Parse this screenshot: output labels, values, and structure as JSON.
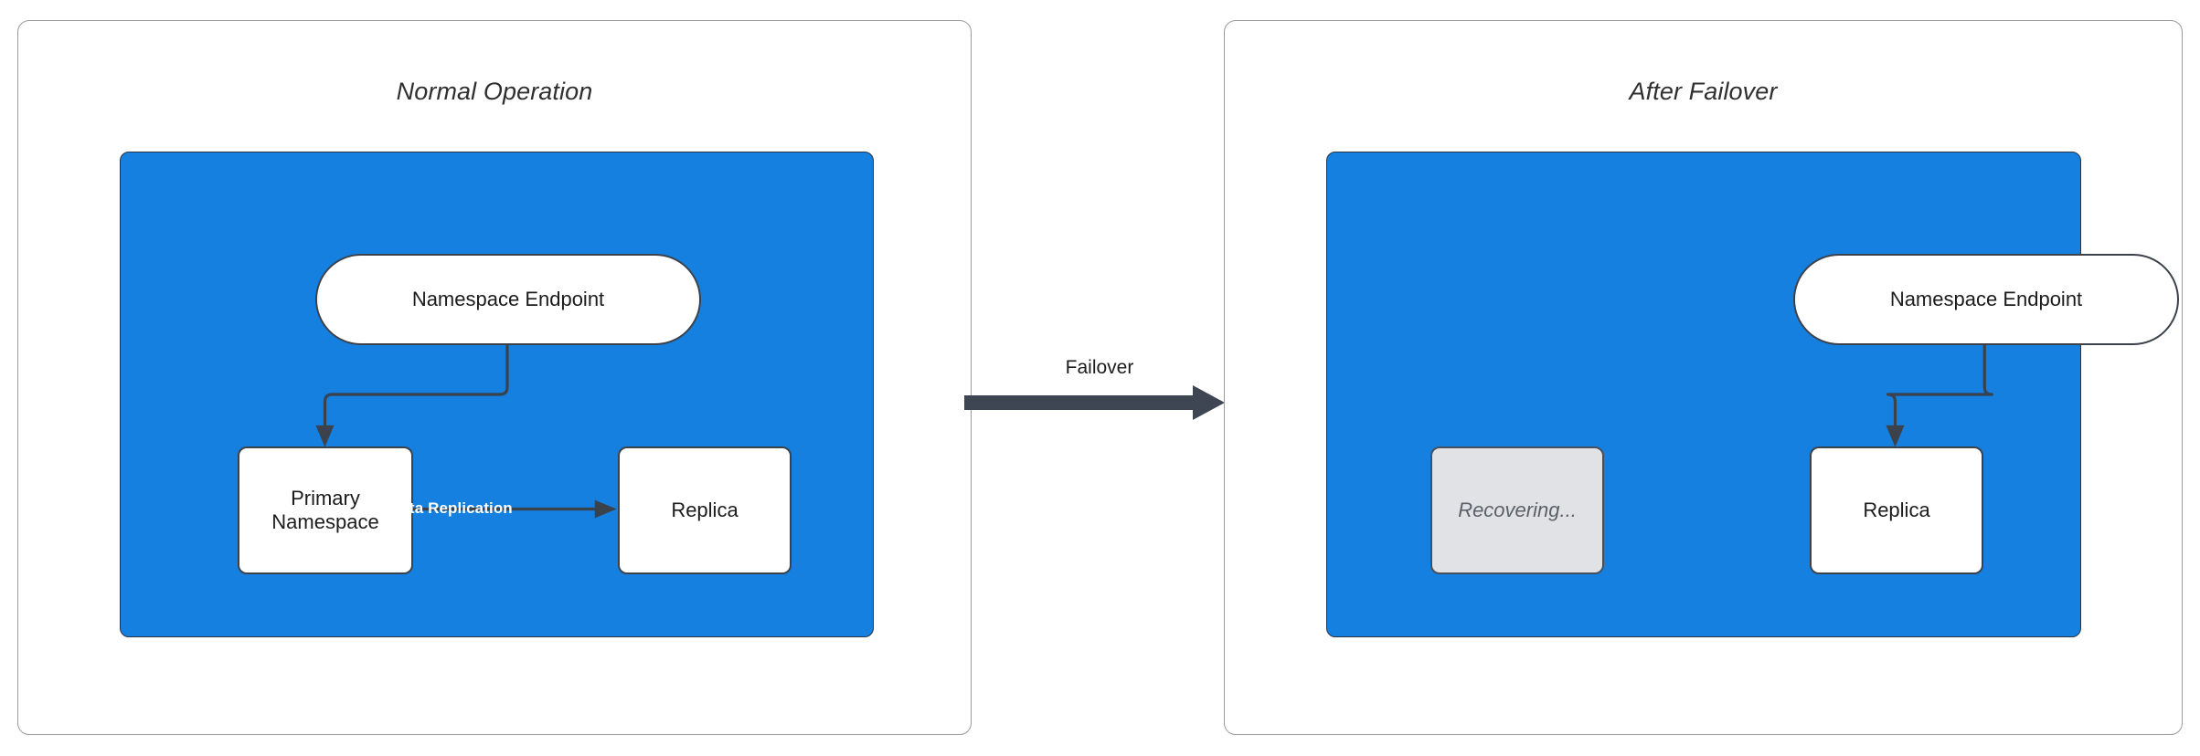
{
  "diagram": {
    "title_left": "Normal Operation",
    "title_right": "After Failover",
    "transition_label": "Failover",
    "colors": {
      "zone_blue": "#1580e0",
      "node_stroke": "#3b424c",
      "node_fill": "#ffffff",
      "muted_fill": "#e0e2e5",
      "muted_text": "#5b6169",
      "arrow": "#3e4654",
      "panel_border": "#9a9a9a",
      "edge_label_text": "#ffffff"
    }
  },
  "panels": [
    {
      "id": "normal-operation",
      "title": "Normal Operation",
      "nodes": [
        {
          "id": "namespace-endpoint",
          "label": "Namespace Endpoint",
          "shape": "pill",
          "state": "active"
        },
        {
          "id": "primary-namespace",
          "label": "Primary\nNamespace",
          "line1": "Primary",
          "line2": "Namespace",
          "shape": "rect",
          "state": "active"
        },
        {
          "id": "replica",
          "label": "Replica",
          "shape": "rect",
          "state": "active"
        }
      ],
      "edges": [
        {
          "from": "namespace-endpoint",
          "to": "primary-namespace",
          "label": ""
        },
        {
          "from": "primary-namespace",
          "to": "replica",
          "label": "Data Replication"
        }
      ]
    },
    {
      "id": "after-failover",
      "title": "After Failover",
      "nodes": [
        {
          "id": "namespace-endpoint",
          "label": "Namespace Endpoint",
          "shape": "pill",
          "state": "active"
        },
        {
          "id": "recovering",
          "label": "Recovering...",
          "shape": "rect",
          "state": "muted"
        },
        {
          "id": "replica",
          "label": "Replica",
          "shape": "rect",
          "state": "active"
        }
      ],
      "edges": [
        {
          "from": "namespace-endpoint",
          "to": "replica",
          "label": ""
        }
      ]
    }
  ]
}
